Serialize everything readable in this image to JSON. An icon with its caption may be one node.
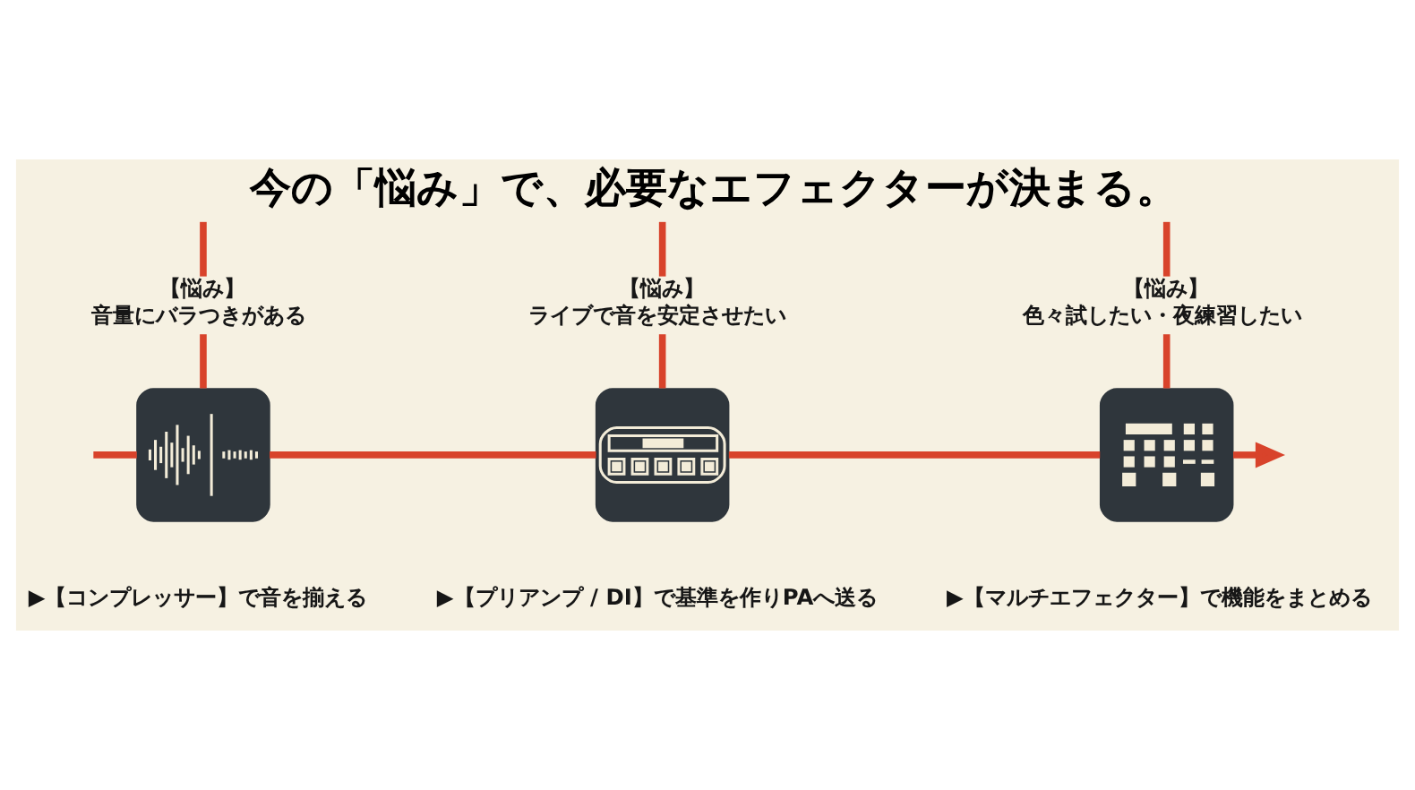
{
  "diagram": {
    "title": "今の「悩み」で、必要なエフェクターが決まる。",
    "nodes": [
      {
        "text": [
          "【悩み】",
          "音量にバラつきがある"
        ]
      },
      {
        "text": [
          "【悩み】",
          "ライブで音を安定させたい"
        ]
      },
      {
        "text": [
          "【悩み】",
          "色々試したい・夜練習したい"
        ]
      },
      {
        "text": [],
        "shape": "picture",
        "beside": [
          "▶【コンプレッサー】で音を揃える"
        ]
      },
      {
        "text": [],
        "shape": "picture",
        "beside": [
          "▶【プリアンプ / DI】で基準を作りPAへ送る"
        ]
      },
      {
        "text": [],
        "shape": "picture",
        "beside": [
          "▶【マルチエフェクター】で機能をまとめる"
        ]
      }
    ],
    "edges": [
      {
        "from": null,
        "to": 0,
        "arrow": "none"
      },
      {
        "from": null,
        "to": 1,
        "arrow": "none"
      },
      {
        "from": null,
        "to": 2,
        "arrow": "none"
      },
      {
        "from": 0,
        "to": 3,
        "arrow": "none"
      },
      {
        "from": 1,
        "to": 4,
        "arrow": "none"
      },
      {
        "from": 2,
        "to": 5,
        "arrow": "none"
      },
      {
        "from": null,
        "to": 3,
        "arrow": "none"
      },
      {
        "from": 3,
        "to": 4,
        "arrow": "none"
      },
      {
        "from": 4,
        "to": 5,
        "arrow": "none"
      },
      {
        "from": 5,
        "to": null,
        "arrow": "to"
      }
    ]
  }
}
